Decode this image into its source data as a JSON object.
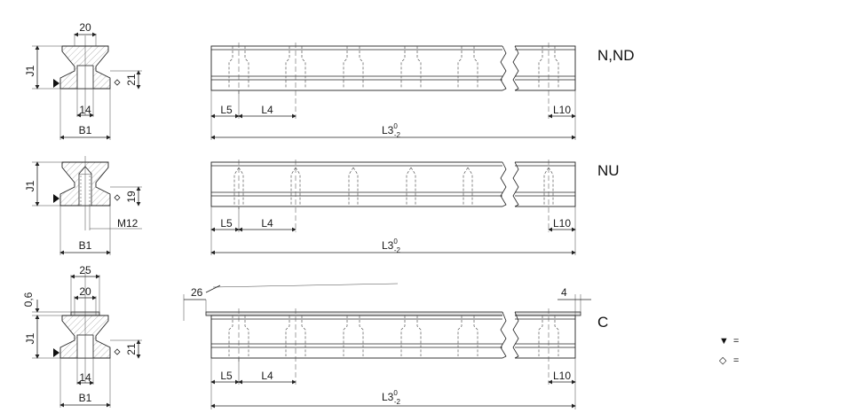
{
  "profiles": [
    {
      "type_label": "N,ND",
      "top_width": "20",
      "height_dim": "J1",
      "side_dim": "21",
      "hole_dim": "14",
      "base_dim": "B1",
      "rail": {
        "l5": "L5",
        "l4": "L4",
        "l10": "L10",
        "l3": "L3",
        "l3_upper": "0",
        "l3_lower": "-2"
      }
    },
    {
      "type_label": "NU",
      "height_dim": "J1",
      "side_dim": "19",
      "thread_dim": "M12",
      "base_dim": "B1",
      "rail": {
        "l5": "L5",
        "l4": "L4",
        "l10": "L10",
        "l3": "L3",
        "l3_upper": "0",
        "l3_lower": "-2"
      }
    },
    {
      "type_label": "C",
      "cap_width": "25",
      "top_width": "20",
      "cap_height": "0,6",
      "height_dim": "J1",
      "side_dim": "21",
      "hole_dim": "14",
      "base_dim": "B1",
      "left_end": "26",
      "right_end": "4",
      "rail": {
        "l5": "L5",
        "l4": "L4",
        "l10": "L10",
        "l3": "L3",
        "l3_upper": "0",
        "l3_lower": "-2"
      }
    }
  ],
  "legend": [
    {
      "symbol": "▼",
      "text": "="
    },
    {
      "symbol": "◇",
      "text": "="
    }
  ]
}
